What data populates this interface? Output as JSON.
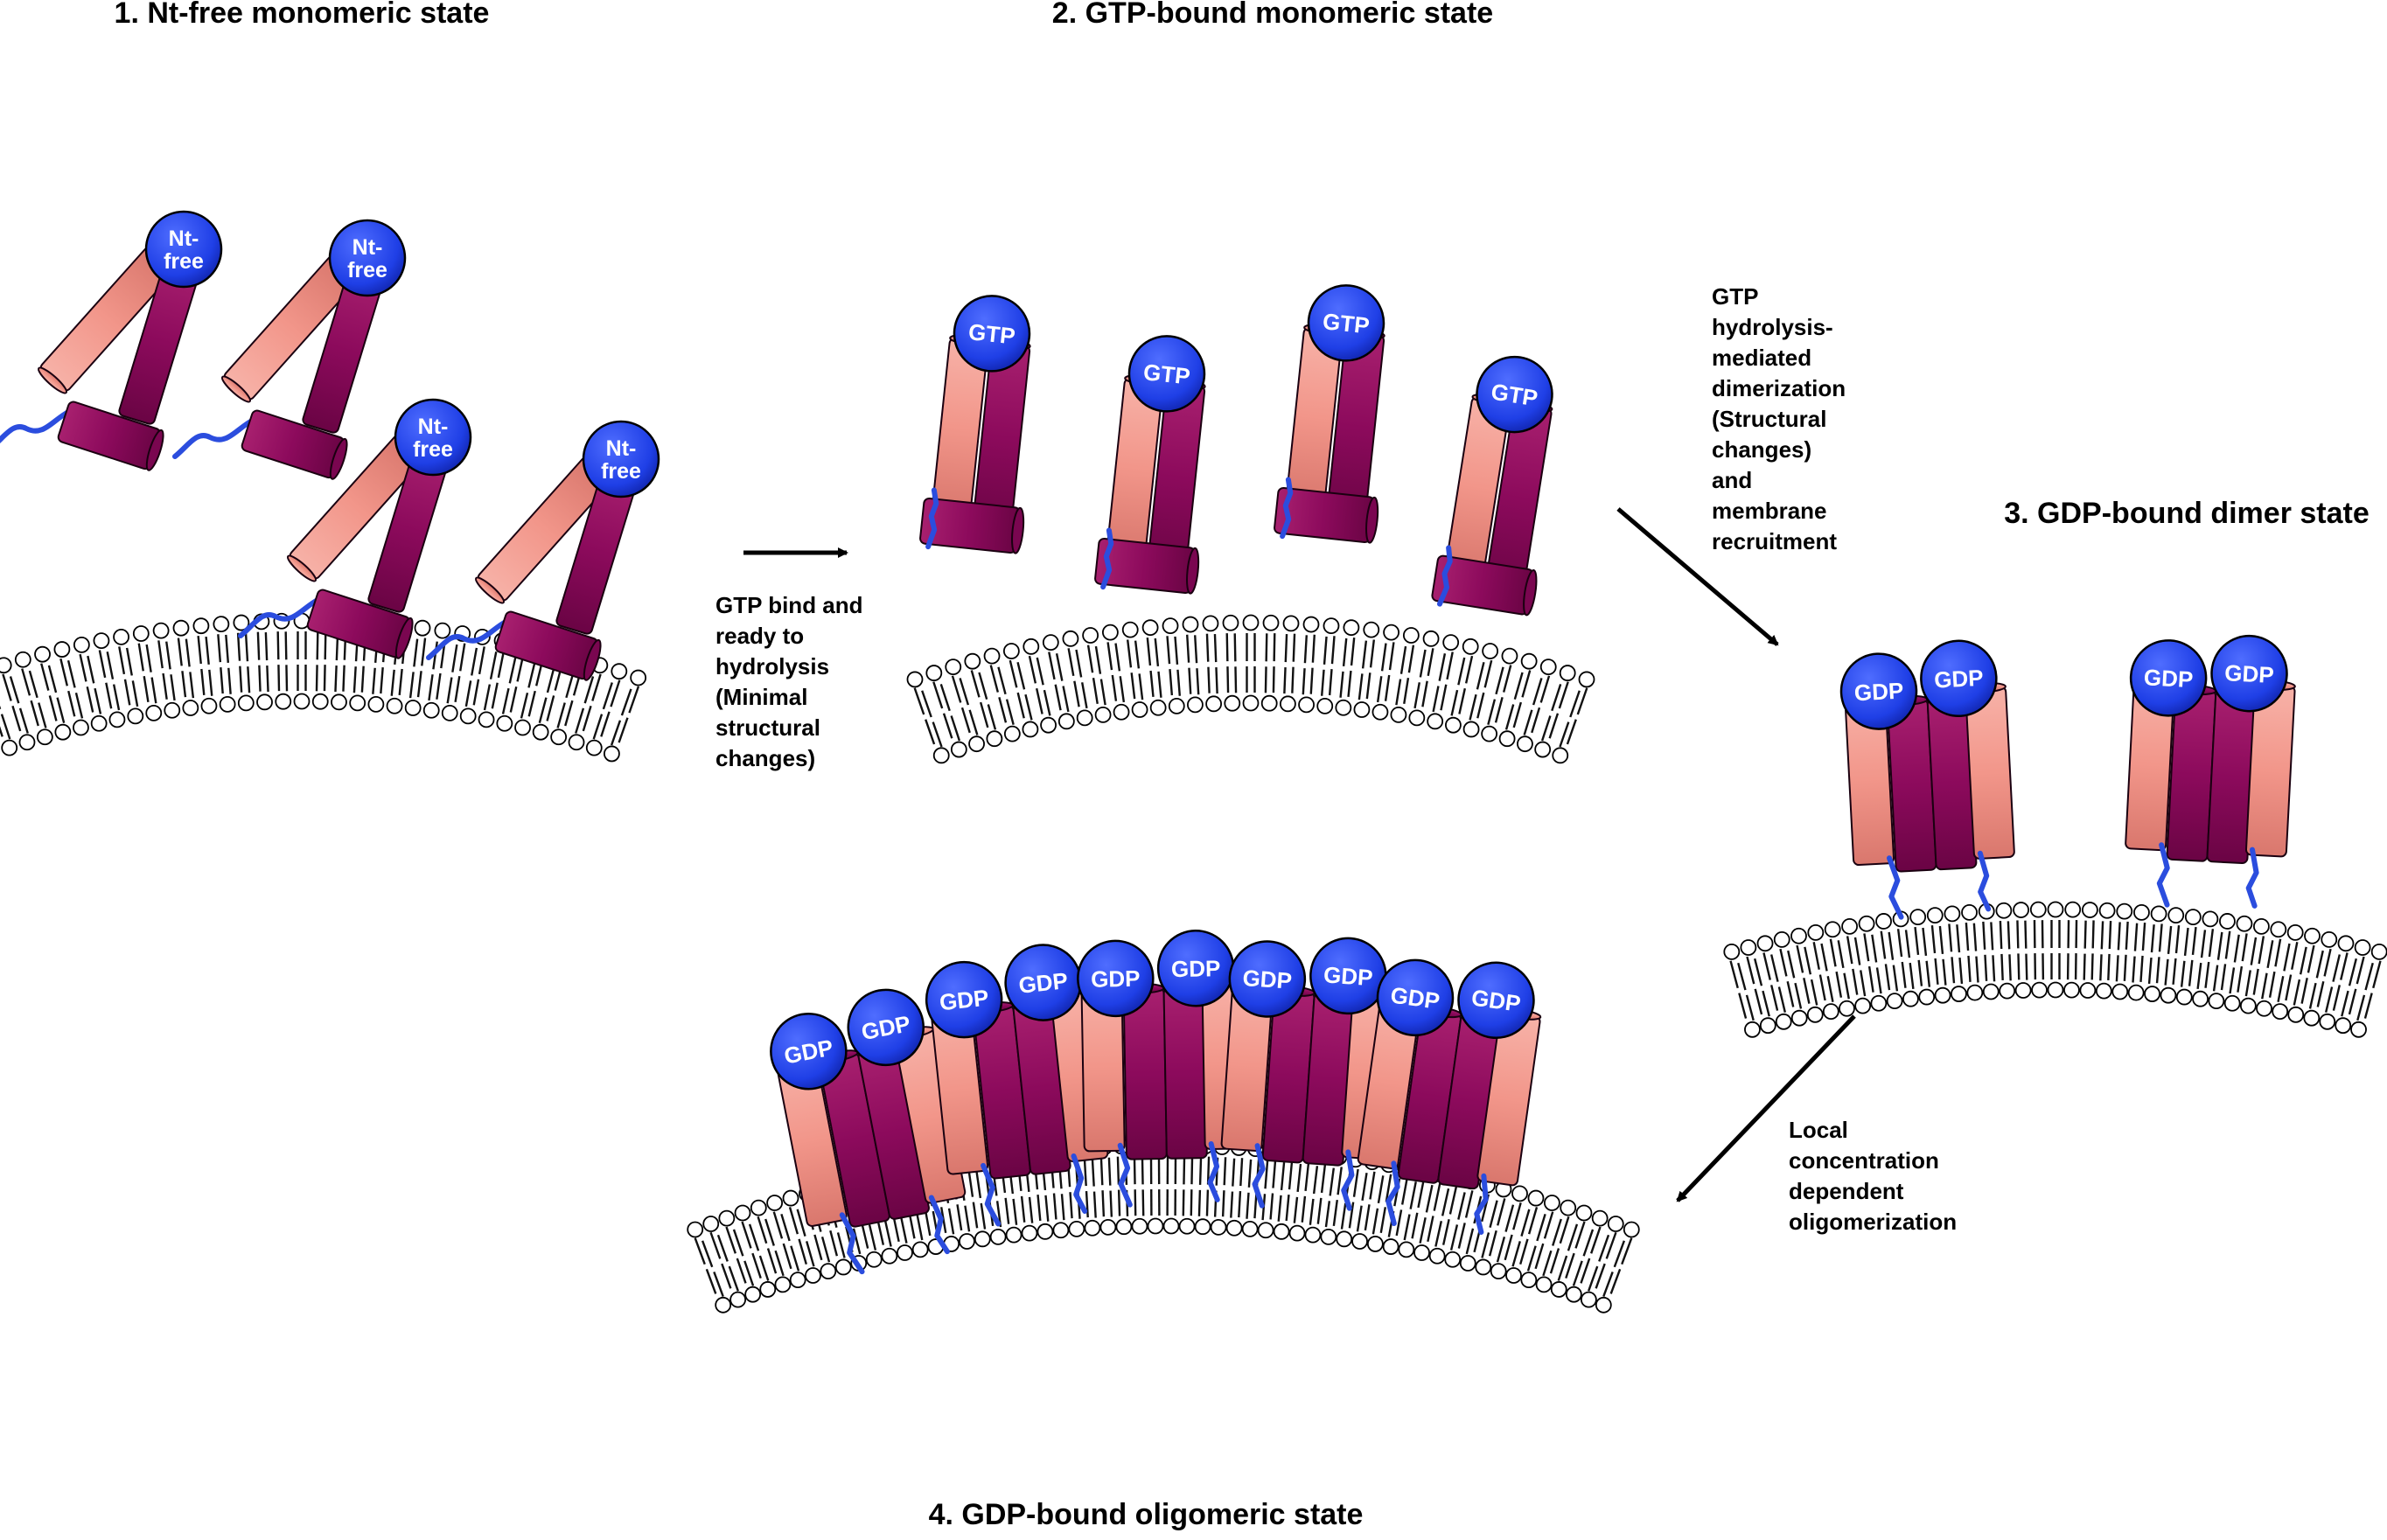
{
  "titles": {
    "state1": "1. Nt-free monomeric state",
    "state2": "2. GTP-bound monomeric state",
    "state3": "3. GDP-bound dimer state",
    "state4": "4. GDP-bound oligomeric  state"
  },
  "steps": {
    "step1": [
      "GTP bind and",
      "ready to",
      "hydrolysis",
      "(Minimal",
      "structural",
      "changes)"
    ],
    "step2": [
      "GTP",
      "hydrolysis-",
      "mediated",
      "dimerization",
      "(Structural",
      "changes)",
      "and",
      "membrane",
      "recruitment"
    ],
    "step3": [
      "Local",
      "concentration",
      "dependent",
      "oligomerization"
    ]
  },
  "labels": {
    "nt_free": [
      "Nt-",
      "free"
    ],
    "gtp": "GTP",
    "gdp": "GDP"
  },
  "colors": {
    "nucleotide": "#1f3fe6",
    "helix_light": "#f2968a",
    "helix_dark": "#8c0a5c",
    "lipid_tail": "#111111",
    "anchor": "#2b4dde",
    "arrow": "#000000"
  }
}
